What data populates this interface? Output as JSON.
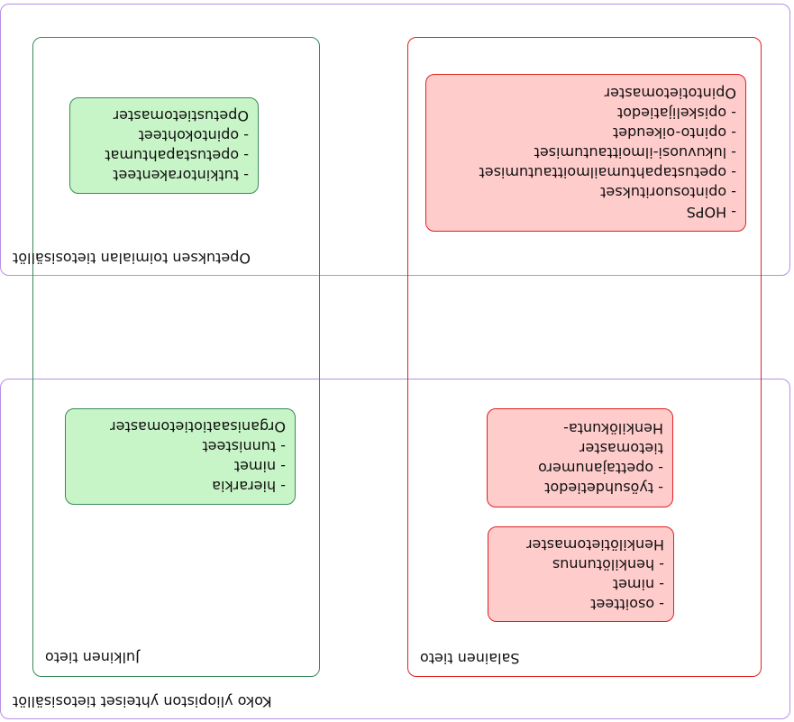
{
  "colors": {
    "region_border": "#b78fe6",
    "public_border": "#3a8a5a",
    "public_fill": "#c8f5c8",
    "secret_border": "#e02020",
    "secret_fill": "#ffcccc"
  },
  "regions": {
    "top": {
      "label": "Opetuksen toimialan tietosisällöt"
    },
    "bottom": {
      "label": "Koko yliopiston yhteiset tietosisällöt"
    }
  },
  "zones": {
    "public": {
      "label": "Julkinen tieto"
    },
    "secret": {
      "label": "Salainen tieto"
    }
  },
  "cards": {
    "opetustietomaster": {
      "title": "Opetustietomaster",
      "items": [
        "- opintokohteet",
        "- opetustapahtumat",
        "- tutkintorakenteet"
      ]
    },
    "organisaatiotietomaster": {
      "title": "Organisaatiotietomaster",
      "items": [
        "- tunnisteet",
        "- nimet",
        "- hierarkia"
      ]
    },
    "opintotietomaster": {
      "title": "Opintotietomaster",
      "items": [
        "- opiskelijatiedot",
        "- opinto-oikeudet",
        "- lukuvuosi-ilmoittautumiset",
        "- opetustapahtumailmoittautumiset",
        "- opintosuoritukset",
        "- HOPS"
      ]
    },
    "henkilokuntatietomaster": {
      "title1": "Henkilökunta-",
      "title2": "tietomaster",
      "items": [
        "- opettajanumero",
        "- työsuhdetiedot"
      ]
    },
    "henkilotietomaster": {
      "title": "Henkilötietomaster",
      "items": [
        "- henkilötunnus",
        "- nimet",
        "- osoitteet"
      ]
    }
  }
}
